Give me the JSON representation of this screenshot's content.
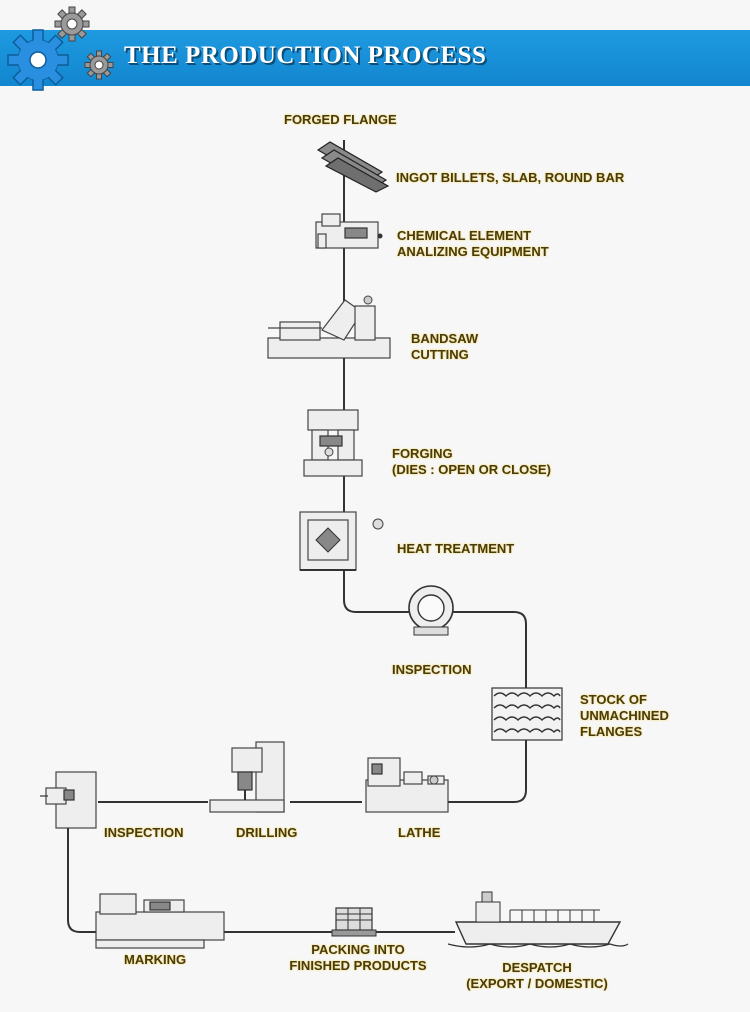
{
  "header": {
    "title": "THE PRODUCTION PROCESS",
    "colors": {
      "band": "#1286cf",
      "gear_blue": "#2a8fe0",
      "gear_grey": "#888888"
    }
  },
  "steps": {
    "forged_flange": "FORGED FLANGE",
    "ingot": "INGOT BILLETS, SLAB, ROUND BAR",
    "chemical": [
      "CHEMICAL ELEMENT",
      "ANALIZING EQUIPMENT"
    ],
    "bandsaw": [
      "BANDSAW",
      "CUTTING"
    ],
    "forging": [
      "FORGING",
      "(DIES : OPEN OR CLOSE)"
    ],
    "heat_treatment": "HEAT TREATMENT",
    "inspection_1": "INSPECTION",
    "stock": [
      "STOCK OF",
      "UNMACHINED",
      "FLANGES"
    ],
    "lathe": "LATHE",
    "drilling": "DRILLING",
    "inspection_2": "INSPECTION",
    "marking": "MARKING",
    "packing": [
      "PACKING INTO",
      "FINISHED PRODUCTS"
    ],
    "despatch": [
      "DESPATCH",
      "(EXPORT / DOMESTIC)"
    ]
  },
  "icons": [
    "gear-icon",
    "bar-stock-icon",
    "analyzer-icon",
    "bandsaw-icon",
    "forging-press-icon",
    "furnace-icon",
    "ring-icon",
    "stacked-flanges-icon",
    "lathe-icon",
    "drill-press-icon",
    "inspection-gauge-icon",
    "marking-machine-icon",
    "pallet-icon",
    "ship-icon"
  ]
}
